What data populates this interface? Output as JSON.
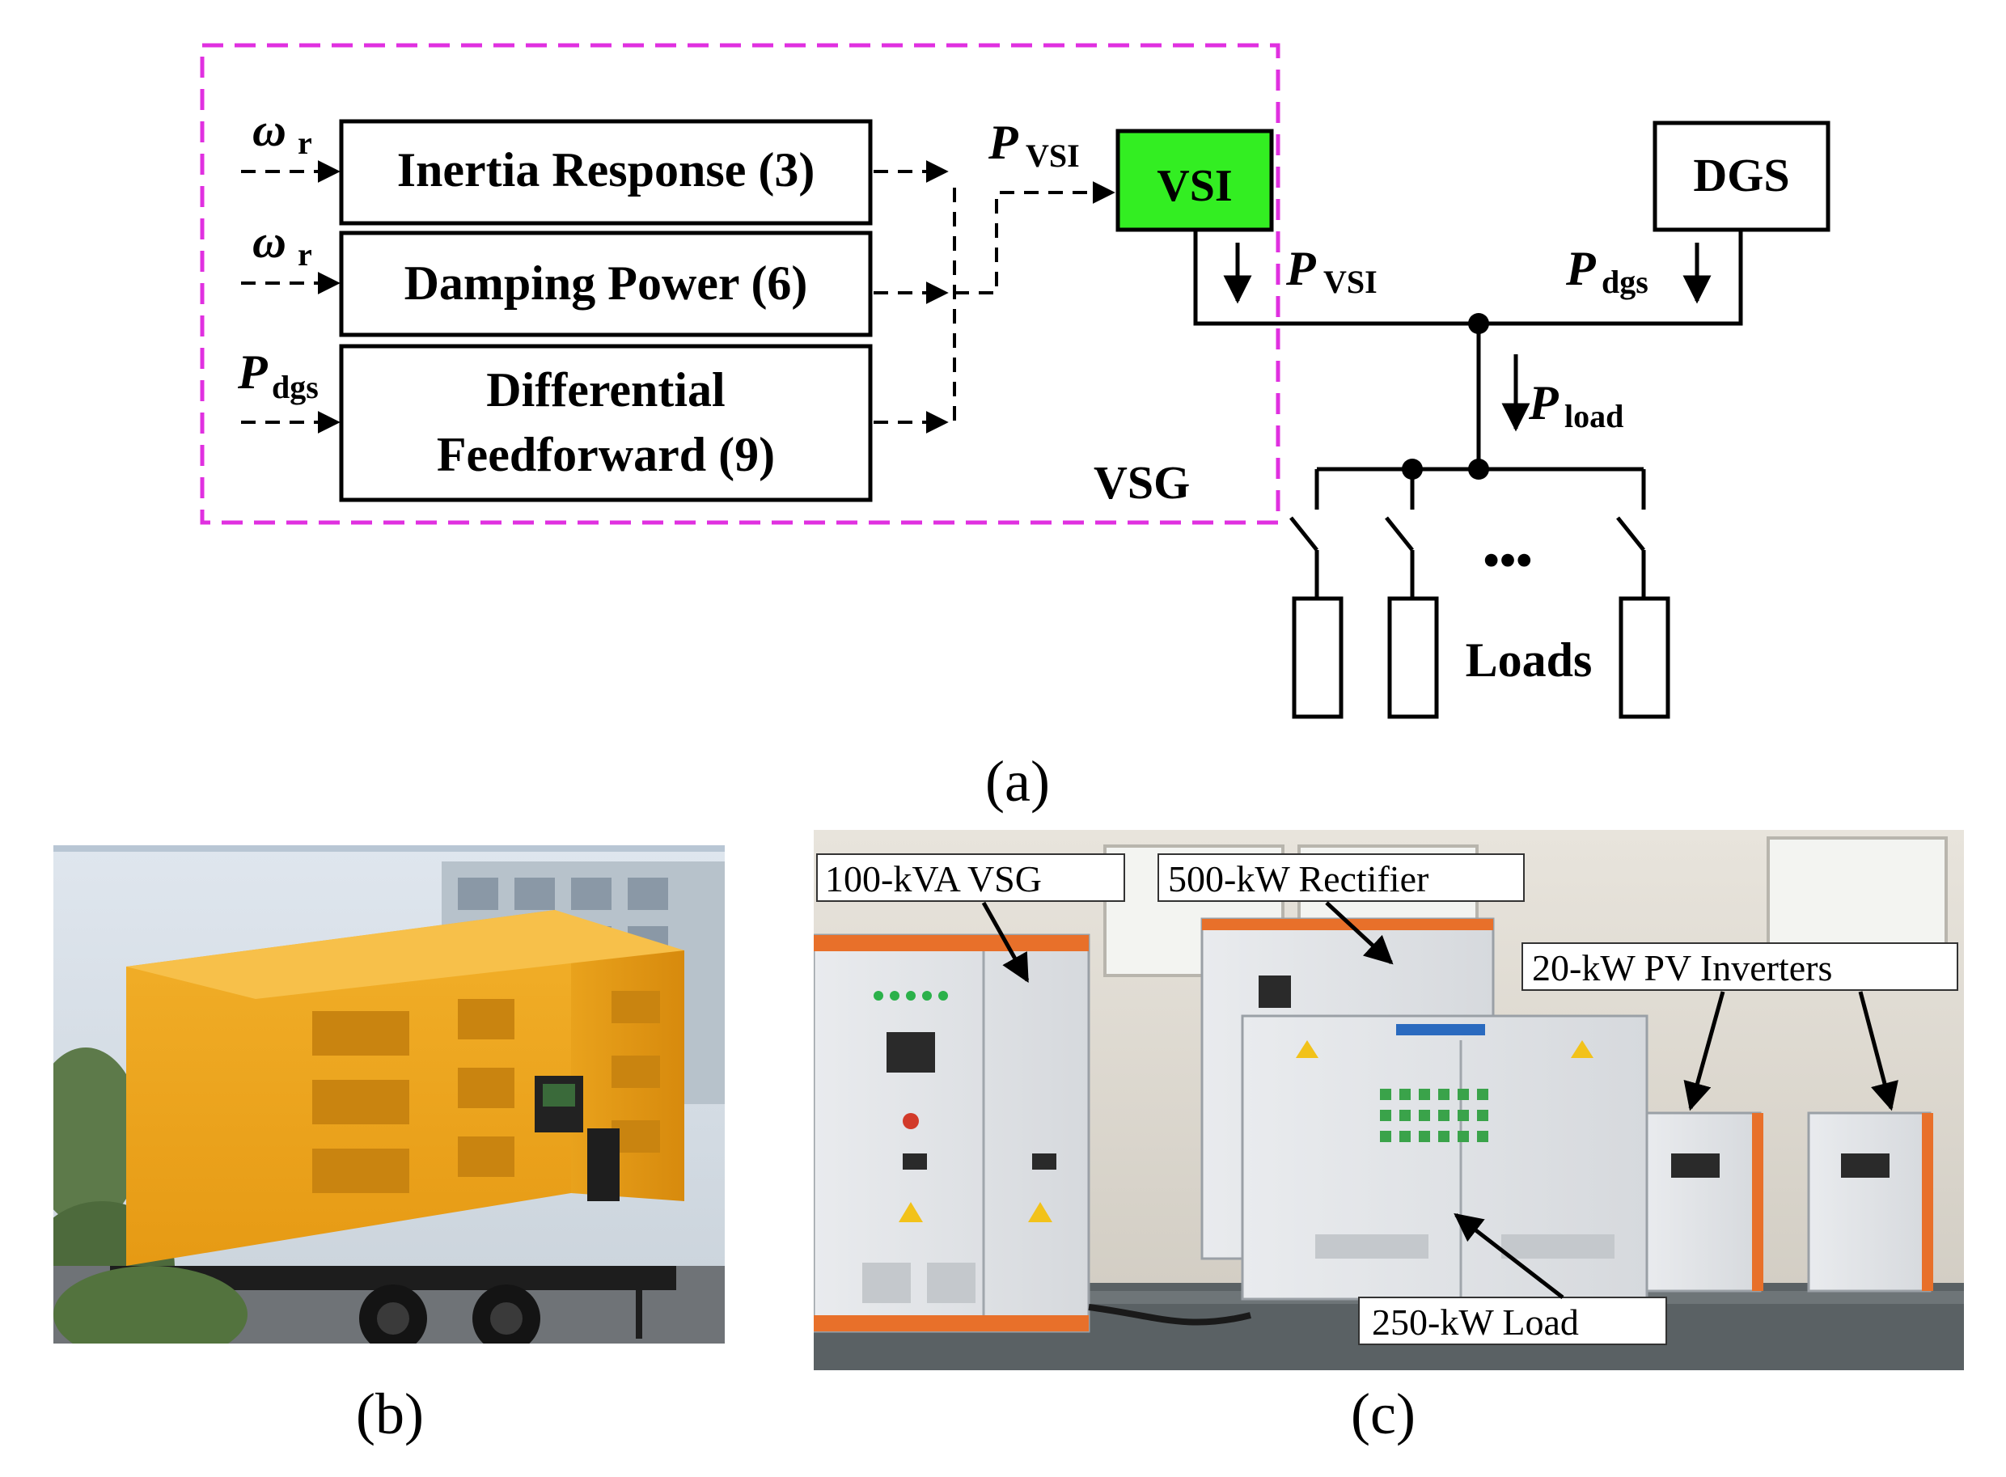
{
  "diagram_a": {
    "caption": "(a)",
    "blocks": {
      "inertia": "Inertia Response (3)",
      "damping": "Damping Power (6)",
      "differential_line1": "Differential",
      "differential_line2": "Feedforward (9)",
      "vsi": "VSI",
      "dgs": "DGS"
    },
    "inputs": {
      "omega_sym": "ω",
      "omega_sub": "r",
      "p_sym": "P",
      "dgs_sub": "dgs"
    },
    "signals": {
      "p_sym": "P",
      "vsi_sub": "VSI",
      "dgs_sub": "dgs",
      "load_sub": "load"
    },
    "vsg_label": "VSG",
    "ellipsis": "•••",
    "loads_label": "Loads",
    "colors": {
      "vsi_fill": "#33ee22",
      "vsg_boundary": "#e030e0",
      "line": "#000000"
    }
  },
  "photo_b": {
    "caption": "(b)",
    "subject": "diesel generator trailer"
  },
  "photo_c": {
    "caption": "(c)",
    "callouts": {
      "vsg": "100-kVA VSG",
      "rectifier": "500-kW Rectifier",
      "pv": "20-kW PV Inverters",
      "load": "250-kW Load"
    }
  }
}
